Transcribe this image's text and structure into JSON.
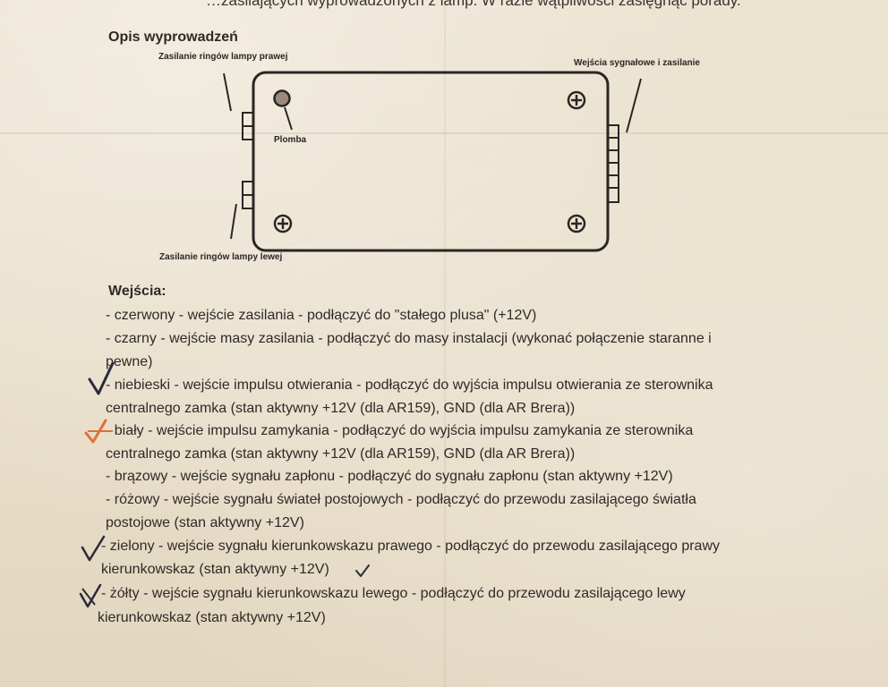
{
  "document": {
    "top_partial_line": "…zasilających wyprowadzonych z lamp. W razie wątpliwości zasięgnąć porady.",
    "section_title": "Opis wyprowadzeń",
    "diagram": {
      "label_right_ring_power": "Zasilanie ringów lampy prawej",
      "label_signal_inputs": "Wejścia sygnałowe i zasilanie",
      "label_seal": "Plomba",
      "label_left_ring_power": "Zasilanie ringów lampy lewej"
    },
    "inputs_heading": "Wejścia:",
    "lines": [
      "- czerwony - wejście zasilania - podłączyć do \"stałego plusa\" (+12V)",
      "- czarny - wejście masy zasilania - podłączyć do masy instalacji (wykonać połączenie staranne i",
      "pewne)",
      "- niebieski - wejście impulsu otwierania - podłączyć do wyjścia impulsu otwierania ze sterownika",
      "centralnego zamka (stan aktywny +12V (dla AR159), GND (dla AR Brera))",
      "- biały - wejście impulsu zamykania - podłączyć do wyjścia impulsu zamykania ze sterownika",
      "centralnego zamka (stan aktywny +12V (dla AR159), GND (dla AR Brera))",
      "- brązowy -  wejście sygnału zapłonu - podłączyć do sygnału zapłonu (stan aktywny +12V)",
      "- różowy - wejście sygnału świateł postojowych - podłączyć do przewodu zasilającego światła",
      "postojowe (stan aktywny +12V)",
      "- zielony - wejście sygnału kierunkowskazu prawego - podłączyć do przewodu zasilającego prawy",
      "kierunkowskaz (stan aktywny +12V)",
      "- żółty - wejście sygnału kierunkowskazu lewego - podłączyć do przewodu zasilającego lewy",
      "kierunkowskaz (stan aktywny +12V)"
    ]
  },
  "colors": {
    "paper": "#e7ddc9",
    "ink": "#2e2a27",
    "pen_check": "#2a2a3a",
    "orange_check": "#e0703a"
  },
  "icons": [
    "screw-icon",
    "seal-icon",
    "checkmark-icon"
  ]
}
